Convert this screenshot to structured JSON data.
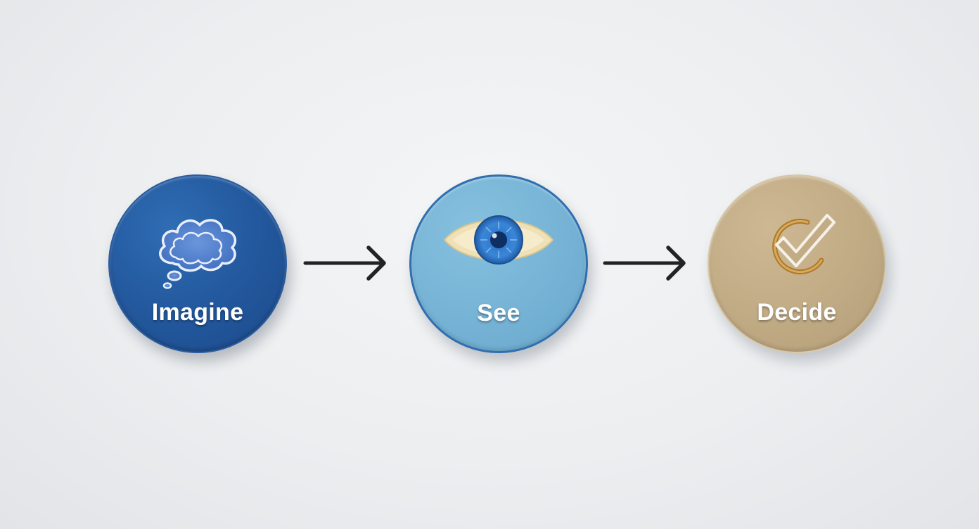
{
  "steps": [
    {
      "label": "Imagine",
      "icon": "thought-cloud-icon",
      "color": "#245aa0"
    },
    {
      "label": "See",
      "icon": "eye-icon",
      "color": "#77b4d6"
    },
    {
      "label": "Decide",
      "icon": "checkmark-icon",
      "color": "#c2ac86"
    }
  ],
  "connectors": [
    {
      "from": "Imagine",
      "to": "See",
      "icon": "arrow-right-icon"
    },
    {
      "from": "See",
      "to": "Decide",
      "icon": "arrow-right-icon"
    }
  ]
}
